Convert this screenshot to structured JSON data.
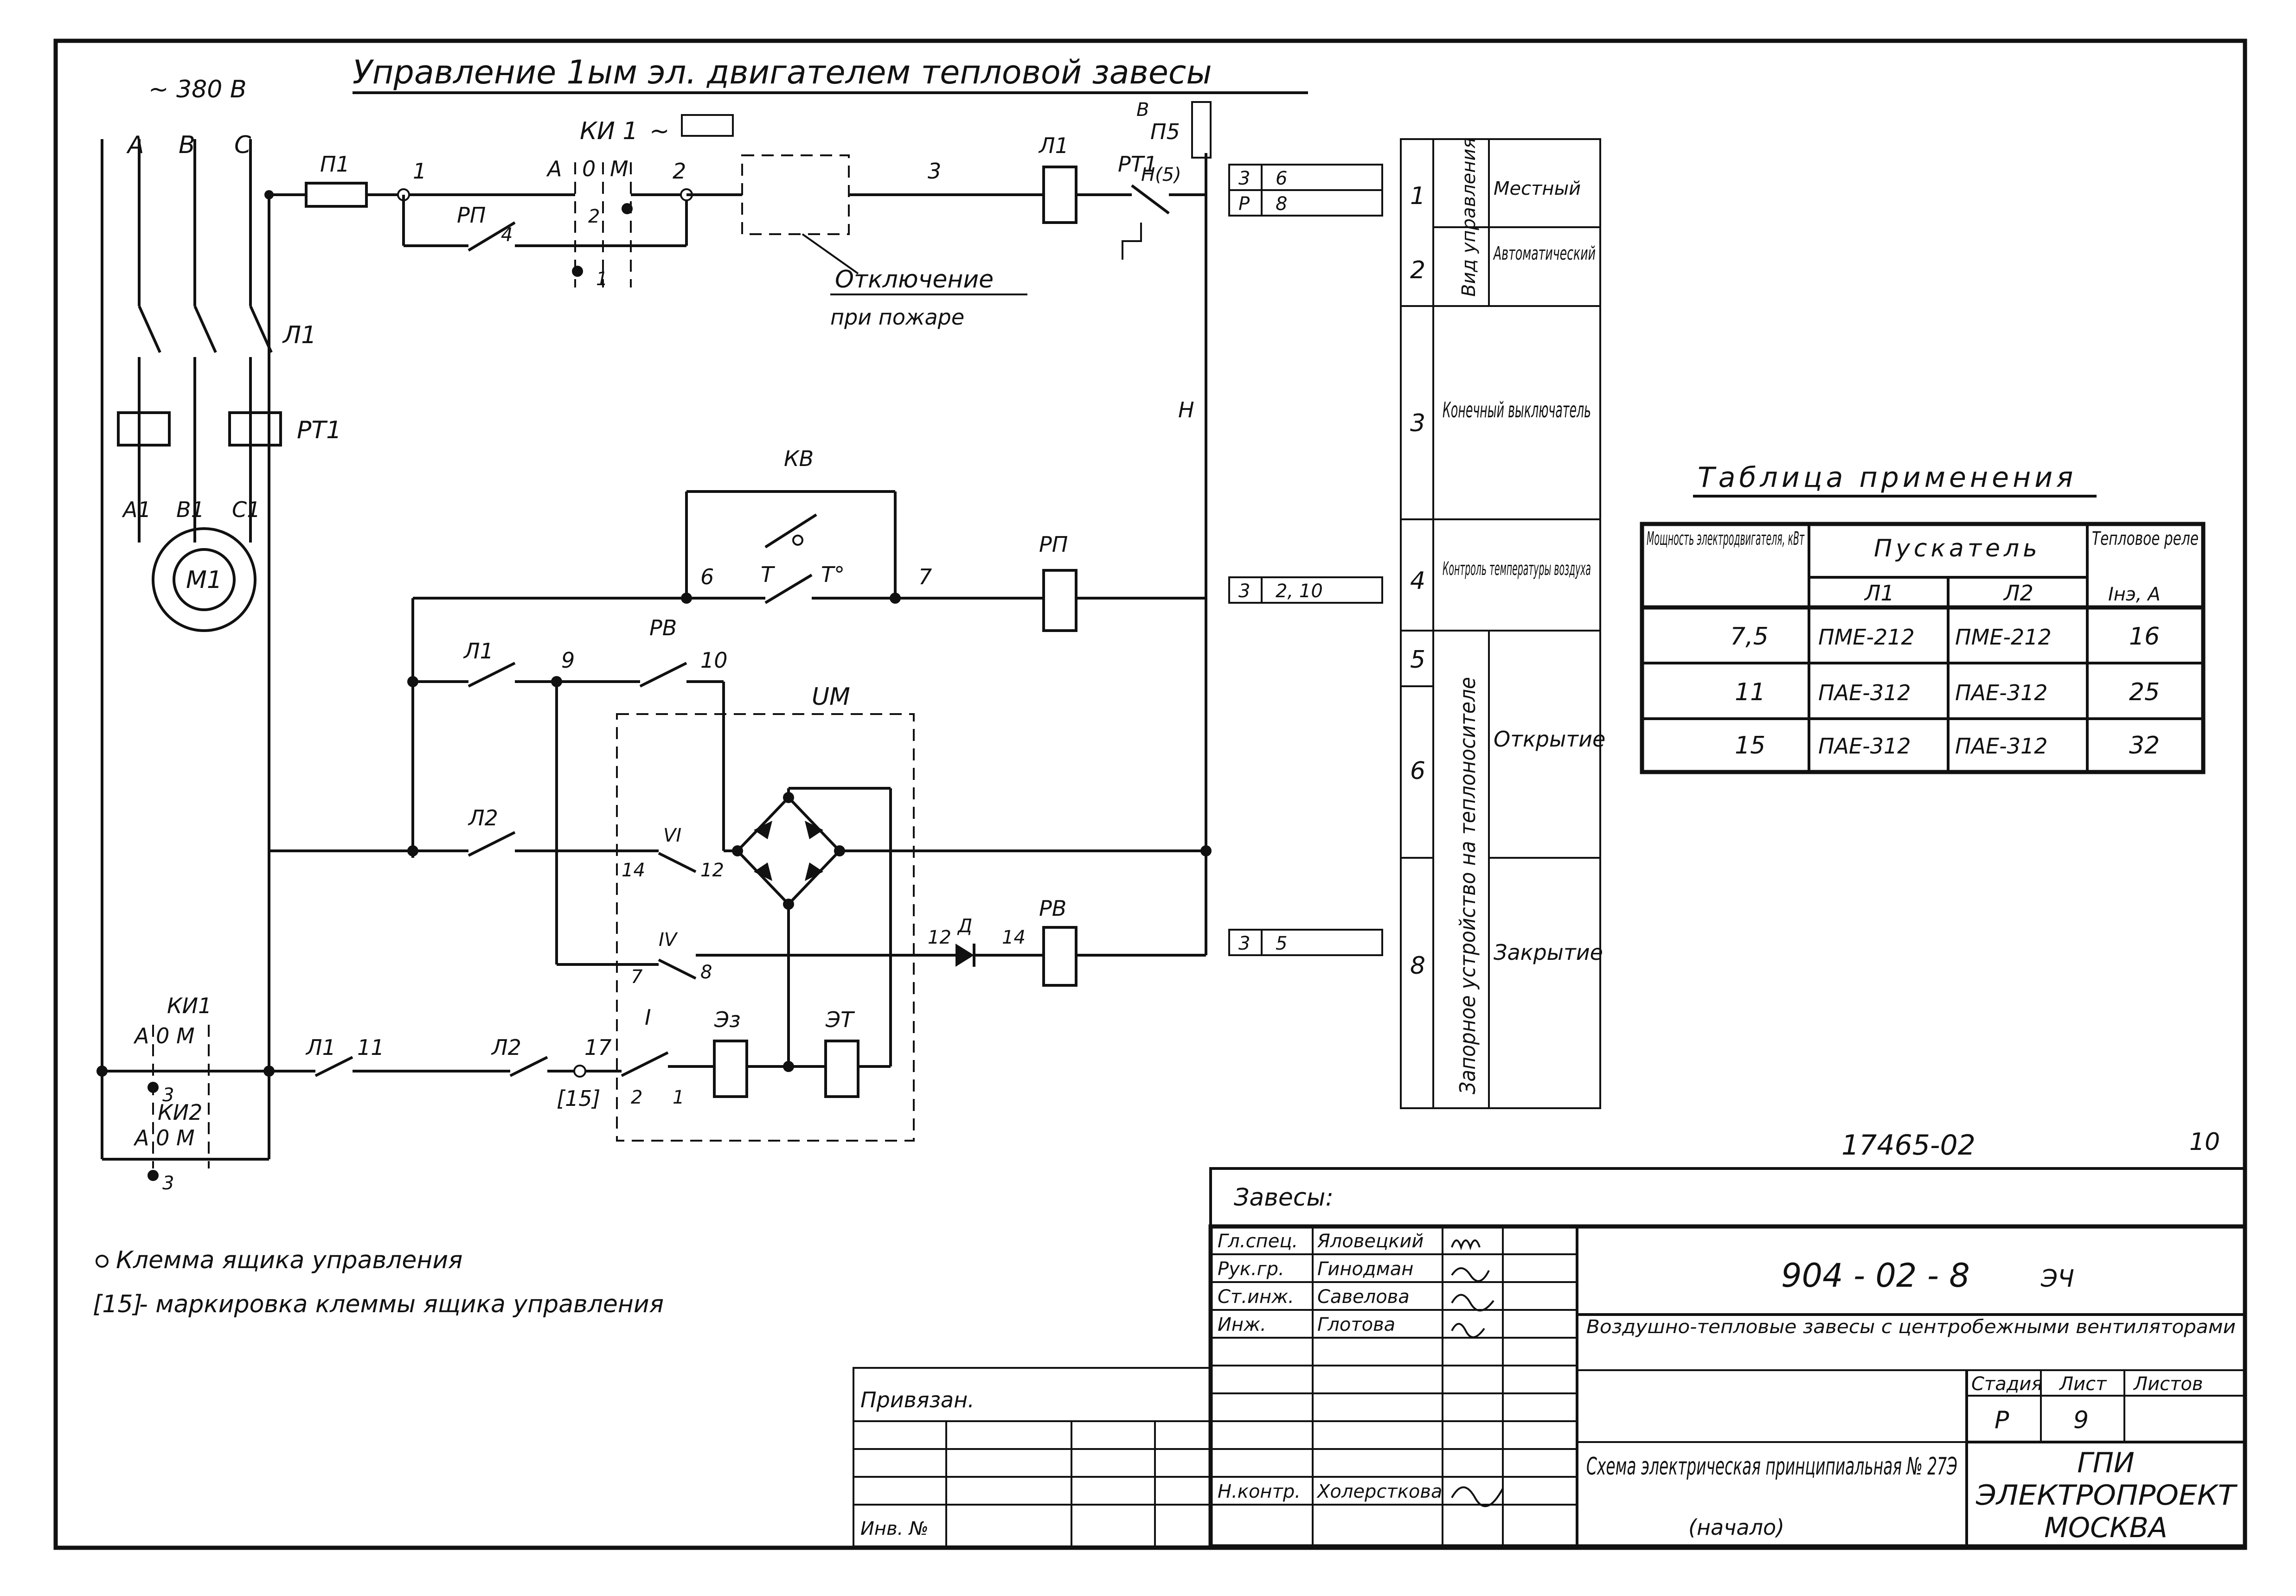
{
  "title": "Управление 1ым эл. двигателем тепловой завесы",
  "supply_voltage": "~ 380 В",
  "phases": [
    "А",
    "В",
    "С"
  ],
  "motor": {
    "label": "М1",
    "terminals": [
      "А1",
      "В1",
      "С1"
    ]
  },
  "thermal_relay": "РТ1",
  "contactor_main": "Л1",
  "fuse": "П1",
  "switch_ku1": {
    "label": "КИ 1",
    "positions": [
      "А",
      "0",
      "М"
    ]
  },
  "fire_cutoff": "Отключение при пожаре",
  "control_labels": {
    "rp": "РП",
    "pt": "РТ1",
    "p5": "П5",
    "n5": "Н(5)",
    "v": "В",
    "kv": "КВ",
    "t": "Т",
    "t0": "Т°",
    "rv": "РВ",
    "um": "UМ",
    "l1": "Л1",
    "l2": "Л2",
    "d": "Д",
    "e3": "Эз",
    "et": "ЭТ",
    "n": "Н",
    "vi": "VI",
    "iv": "IV",
    "i": "I",
    "bracket15": "[15]"
  },
  "wire_numbers": [
    "1",
    "2",
    "3",
    "4",
    "6",
    "7",
    "9",
    "10",
    "11",
    "12",
    "14",
    "17"
  ],
  "cross_refs": [
    {
      "sheet": "3",
      "ref": "6"
    },
    {
      "sheet": "Р",
      "ref": "8"
    },
    {
      "sheet": "3",
      "ref": "2, 10"
    },
    {
      "sheet": "3",
      "ref": "5"
    }
  ],
  "ku_block": {
    "ku1": "КИ1",
    "ku2": "КИ2",
    "pos1": "А 0 М",
    "pos2": "А 0 М",
    "term": "3"
  },
  "function_column": [
    {
      "num": "1",
      "group": "Вид управления",
      "label": "Местный"
    },
    {
      "num": "2",
      "group": "",
      "label": "Автоматический"
    },
    {
      "num": "3",
      "group": "",
      "label": "Конечный выключатель"
    },
    {
      "num": "4",
      "group": "",
      "label": "Контроль температуры воздуха"
    },
    {
      "num": "5",
      "group": "Запорное устройство на теплоносителе",
      "label": ""
    },
    {
      "num": "6",
      "group": "",
      "label": "Открытие"
    },
    {
      "num": "8",
      "group": "",
      "label": "Закрытие"
    }
  ],
  "application_table": {
    "title": "Таблица применения",
    "headers": {
      "power": "Мощность электродвигателя, кВт",
      "starter": "Пускатель",
      "relay": "Тепловое реле",
      "a1": "Л1",
      "a2": "Л2",
      "relay_sub": "Iнэ, А"
    },
    "rows": [
      {
        "power": "7,5",
        "l1": "ПМЕ-212",
        "l2": "ПМЕ-212",
        "relay": "16"
      },
      {
        "power": "11",
        "l1": "ПАЕ-312",
        "l2": "ПАЕ-312",
        "relay": "25"
      },
      {
        "power": "15",
        "l1": "ПАЕ-312",
        "l2": "ПАЕ-312",
        "relay": "32"
      }
    ]
  },
  "legend": {
    "terminal": "Клемма ящика управления",
    "marking_key": "[15]",
    "marking": "- маркировка клеммы ящика управления"
  },
  "title_block": {
    "inv_no": "17465-02",
    "sheet_corner": "10",
    "subject": "Завесы:",
    "code": "904 - 02 - 8",
    "code_suffix": "ЭЧ",
    "project": "Воздушно-тепловые завесы с центробежными вентиляторами",
    "drawing": "Схема электрическая принципиальная № 27Э",
    "drawing_note": "(начало)",
    "signatures": [
      {
        "role": "Гл.спец.",
        "name": "Яловецкий"
      },
      {
        "role": "Рук.гр.",
        "name": "Гинодман"
      },
      {
        "role": "Ст.инж.",
        "name": "Савелова"
      },
      {
        "role": "Инж.",
        "name": "Глотова"
      },
      {
        "role": "Н.контр.",
        "name": "Холерсткова"
      }
    ],
    "stage_h": "Стадия",
    "sheet_h": "Лист",
    "sheets_h": "Листов",
    "stage": "Р",
    "sheet": "9",
    "sheets": "",
    "org_line1": "ГПИ",
    "org_line2": "ЭЛЕКТРОПРОЕКТ",
    "org_line3": "МОСКВА",
    "privyazan": "Привязан.",
    "inv": "Инв. №"
  }
}
